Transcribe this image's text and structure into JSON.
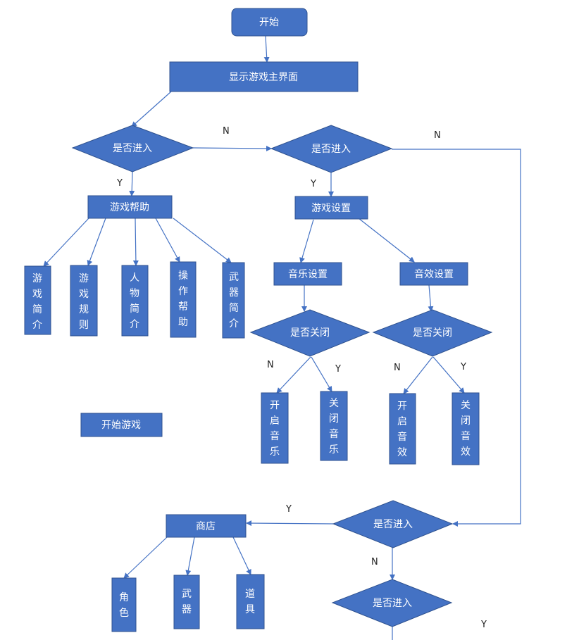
{
  "colors": {
    "node_fill": "#4472C4",
    "node_stroke": "#2F528F",
    "text": "#FFFFFF",
    "edge": "#4472C4",
    "label_text": "#222222"
  },
  "nodes": {
    "start": "开始",
    "main_screen": "显示游戏主界面",
    "decision_enter_1": "是否进入",
    "decision_enter_2": "是否进入",
    "decision_enter_3": "是否进入",
    "decision_enter_4": "是否进入",
    "game_help": "游戏帮助",
    "game_intro": "游戏简介",
    "game_rules": "游戏规则",
    "character_intro": "人物简介",
    "operation_help": "操作帮助",
    "weapon_intro": "武器简介",
    "start_game": "开始游戏",
    "game_settings": "游戏设置",
    "music_settings": "音乐设置",
    "sfx_settings": "音效设置",
    "decision_close_music": "是否关闭",
    "decision_close_sfx": "是否关闭",
    "music_on": "开启音乐",
    "music_off": "关闭音乐",
    "sfx_on": "开启音效",
    "sfx_off": "关闭音效",
    "shop": "商店",
    "character": "角色",
    "weapon": "武器",
    "item": "道具"
  },
  "labels": {
    "n_1": "N",
    "n_2": "N",
    "y_1": "Y",
    "y_2": "Y",
    "n_music": "N",
    "y_music": "Y",
    "n_sfx": "N",
    "y_sfx": "Y",
    "y_shop": "Y",
    "n_3": "N",
    "y_bottom": "Y"
  }
}
